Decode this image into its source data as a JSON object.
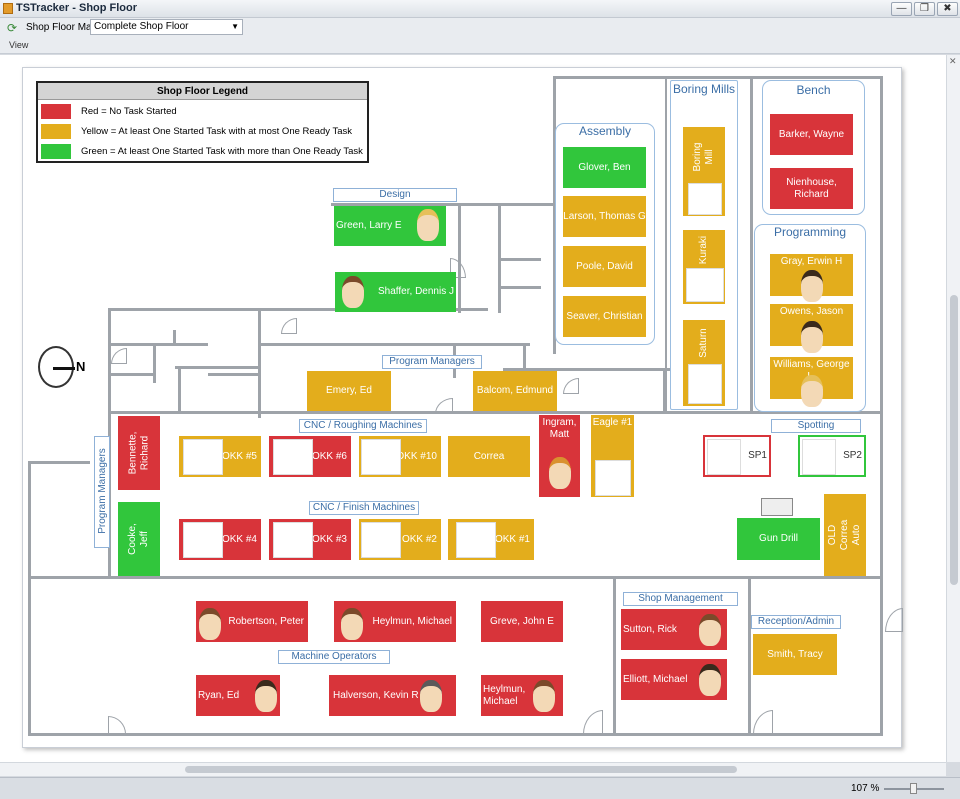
{
  "window": {
    "title": "TSTracker - Shop Floor",
    "minimize": "—",
    "restore": "❐",
    "close": "✖"
  },
  "toolbar": {
    "maps_label": "Shop Floor Maps",
    "maps_value": "Complete Shop Floor",
    "refresh_icon": "refresh-icon"
  },
  "menu": {
    "view": "View"
  },
  "statusbar": {
    "zoom": "107 %"
  },
  "legend": {
    "title": "Shop Floor Legend",
    "items": [
      {
        "color": "#d8343a",
        "text": "Red = No Task Started"
      },
      {
        "color": "#e3ad1c",
        "text": "Yellow = At least One Started Task with at most One Ready Task"
      },
      {
        "color": "#31c63c",
        "text": "Green = At least One Started Task with more than One Ready Task"
      }
    ]
  },
  "compass": "N",
  "zones": {
    "design": "Design",
    "program_managers_top": "Program Managers",
    "cnc_roughing": "CNC / Roughing Machines",
    "cnc_finish": "CNC / Finish Machines",
    "program_managers_side": "Program Managers",
    "machine_operators": "Machine Operators",
    "shop_management": "Shop Management",
    "reception": "Reception/Admin",
    "spotting": "Spotting",
    "assembly": "Assembly",
    "boring_mills": "Boring Mills",
    "bench": "Bench",
    "programming": "Programming"
  },
  "stations": {
    "green_larry": "Green, Larry E",
    "shaffer_dennis": "Shaffer, Dennis J",
    "emery_ed": "Emery, Ed",
    "balcom_edmund": "Balcom, Edmund",
    "bennette_richard": "Bennette, Richard",
    "cooke_jeff": "Cooke, Jeff",
    "okk5": "OKK #5",
    "okk6": "OKK #6",
    "okk10": "OKK #10",
    "correa": "Correa",
    "okk4": "OKK #4",
    "okk3": "OKK #3",
    "okk2": "OKK #2",
    "okk1": "OKK #1",
    "ingram_matt": "Ingram, Matt",
    "eagle1": "Eagle #1",
    "sp1": "SP1",
    "sp2": "SP2",
    "gun_drill": "Gun Drill",
    "old_correa": "OLD Correa Auto",
    "glover_ben": "Glover, Ben",
    "larson_thomas": "Larson, Thomas G",
    "poole_david": "Poole, David",
    "seaver_christian": "Seaver, Christian",
    "boring_mill": "Boring Mill",
    "kuraki": "Kuraki",
    "saturn": "Saturn",
    "barker_wayne": "Barker, Wayne",
    "nienhouse_richard": "Nienhouse, Richard",
    "gray_erwin": "Gray, Erwin H",
    "owens_jason": "Owens, Jason",
    "williams_george": "Williams, George L.",
    "robertson_peter": "Robertson, Peter",
    "heylmun_michael_1": "Heylmun, Michael",
    "greve_john": "Greve, John E",
    "ryan_ed": "Ryan, Ed",
    "halverson_kevin": "Halverson, Kevin R",
    "heylmun_michael_2": "Heylmun, Michael",
    "sutton_rick": "Sutton, Rick",
    "elliott_michael": "Elliott, Michael",
    "smith_tracy": "Smith, Tracy"
  }
}
